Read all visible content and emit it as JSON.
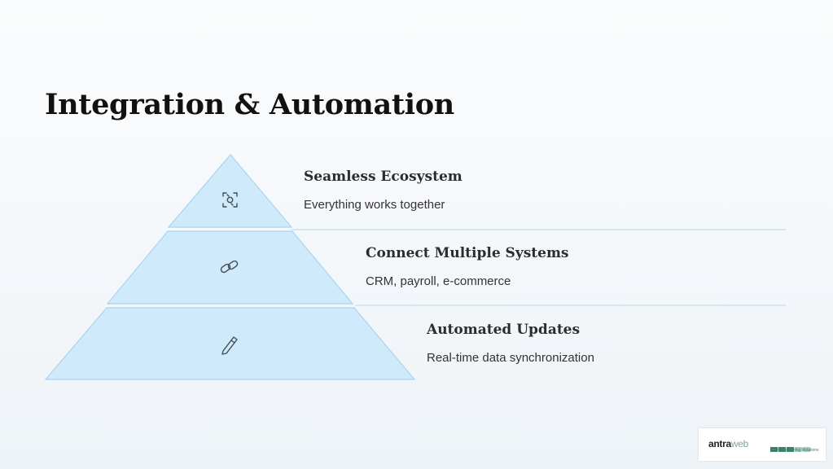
{
  "title": "Integration & Automation",
  "tiers": [
    {
      "heading": "Seamless Ecosystem",
      "description": "Everything works together",
      "icon": "ecosystem-icon"
    },
    {
      "heading": "Connect Multiple Systems",
      "description": "CRM, payroll, e-commerce",
      "icon": "link-icon"
    },
    {
      "heading": "Automated Updates",
      "description": "Real-time data synchronization",
      "icon": "pen-icon"
    }
  ],
  "colors": {
    "tier_fill": "#cfeafb",
    "tier_stroke": "#a9d4ee",
    "divider": "#cfe3ef",
    "title": "#111111"
  },
  "logo": {
    "brand": "antra",
    "brand_accent": "web",
    "tagline": "Building Lasting Relations"
  }
}
